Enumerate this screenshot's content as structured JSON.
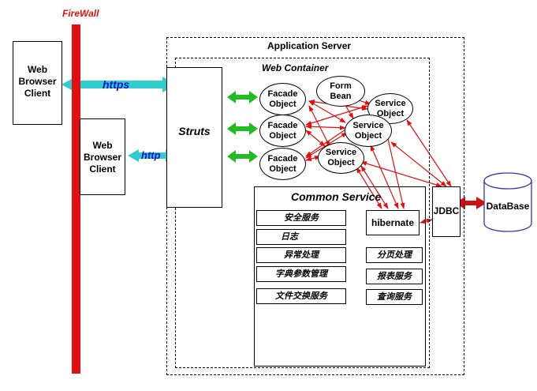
{
  "firewall": {
    "label": "FireWall"
  },
  "clients": [
    {
      "label_lines": [
        "Web",
        "Browser",
        "Client"
      ],
      "protocol": "https"
    },
    {
      "label_lines": [
        "Web",
        "Browser",
        "Client"
      ],
      "protocol": "http"
    }
  ],
  "app_server": {
    "title": "Application Server"
  },
  "web_container": {
    "title": "Web Container"
  },
  "struts": {
    "label": "Struts"
  },
  "facades": [
    {
      "lines": [
        "Facade",
        "Object"
      ]
    },
    {
      "lines": [
        "Facade",
        "Object"
      ]
    },
    {
      "lines": [
        "Facade",
        "Object"
      ]
    }
  ],
  "form_bean": {
    "lines": [
      "Form",
      "Bean"
    ]
  },
  "service_objects": [
    {
      "lines": [
        "Service",
        "Object"
      ]
    },
    {
      "lines": [
        "Service",
        "Object"
      ]
    },
    {
      "lines": [
        "Service",
        "Object"
      ]
    }
  ],
  "common_service": {
    "title": "Common Service",
    "left_items": [
      "安全服务",
      "日志",
      "异常处理",
      "字典参数管理",
      "文件交换服务"
    ],
    "right_items": [
      "分页处理",
      "报表服务",
      "查询服务"
    ],
    "hibernate": "hibernate"
  },
  "jdbc": {
    "label": "JDBC"
  },
  "database": {
    "label": "DataBase"
  },
  "colors": {
    "firewall": "#dd1111",
    "https_arrow": "#33cccc",
    "protocol_text": "#1111cc",
    "green_arrow": "#22bb22",
    "red_arrow": "#dd1111",
    "db_arrow": "#cc1111",
    "db_fill": "#ffffff",
    "db_stroke": "#3333aa"
  }
}
